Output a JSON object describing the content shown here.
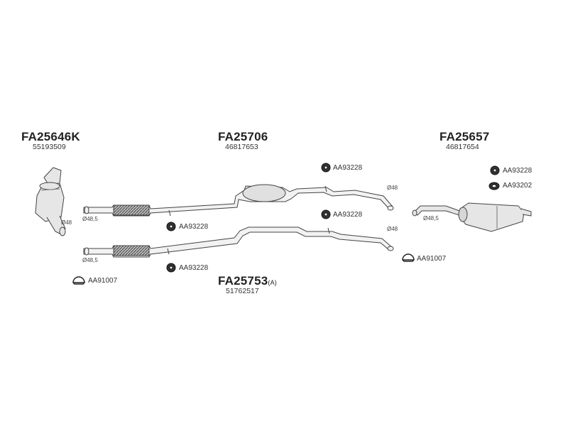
{
  "assemblies": [
    {
      "code": "FA25646K",
      "number": "55193509"
    },
    {
      "code": "FA25706",
      "number": "46817653"
    },
    {
      "code": "FA25657",
      "number": "46817654"
    },
    {
      "code": "FA25753",
      "suffix": "(A)",
      "number": "51762517"
    }
  ],
  "parts": {
    "hanger_top_middle": "AA93228",
    "hanger_second_middle": "AA93228",
    "hanger_upper_left": "AA93228",
    "hanger_lower_left": "AA93228",
    "hanger_right_1": "AA93228",
    "hanger_right_2": "AA93202",
    "clamp_left": "AA91007",
    "clamp_right": "AA91007"
  },
  "diameters": {
    "cat_outlet": "Ø48",
    "upper_pipe_inlet": "Ø48,5",
    "upper_pipe_outlet": "Ø48",
    "lower_pipe_inlet": "Ø48,5",
    "lower_pipe_outlet": "Ø48",
    "rear_inlet": "Ø48,5"
  },
  "colors": {
    "line": "#444444",
    "fill": "#e6e6e6",
    "dark": "#333333"
  }
}
